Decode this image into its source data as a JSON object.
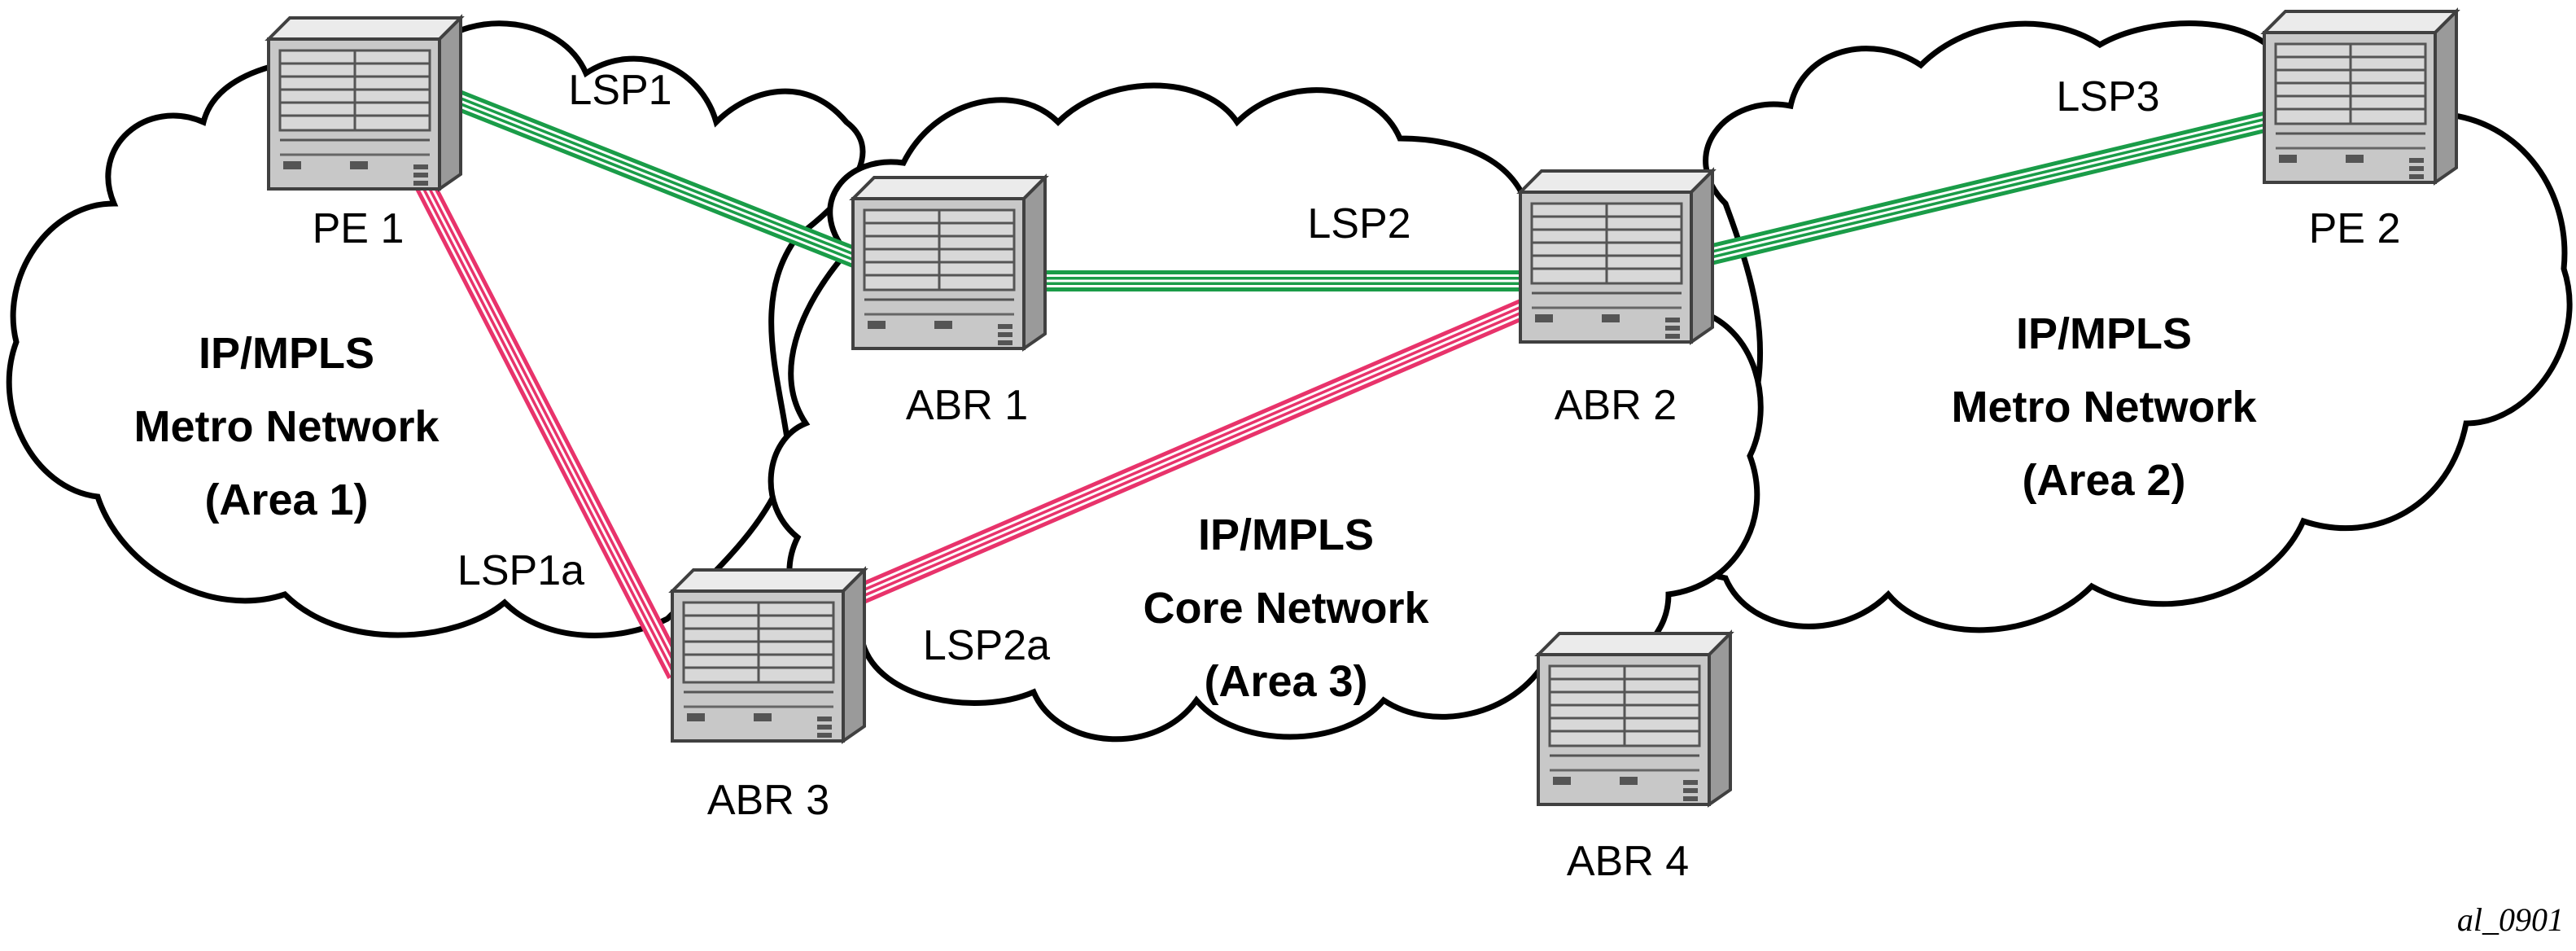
{
  "figure_id": "al_0901",
  "colors": {
    "primary_lsp": "#1a9c48",
    "secondary_lsp": "#e8336b",
    "cloud_stroke": "#000000",
    "router_body": "#c8c8c8"
  },
  "icons": {
    "router": "router-icon",
    "cloud": "network-cloud"
  },
  "areas": [
    {
      "id": "area1",
      "lines": [
        "IP/MPLS",
        "Metro Network",
        "(Area 1)"
      ]
    },
    {
      "id": "area2",
      "lines": [
        "IP/MPLS",
        "Metro Network",
        "(Area 2)"
      ]
    },
    {
      "id": "area3",
      "lines": [
        "IP/MPLS",
        "Core Network",
        "(Area 3)"
      ]
    }
  ],
  "routers": [
    {
      "id": "pe1",
      "label": "PE 1"
    },
    {
      "id": "abr1",
      "label": "ABR 1"
    },
    {
      "id": "abr2",
      "label": "ABR 2"
    },
    {
      "id": "pe2",
      "label": "PE 2"
    },
    {
      "id": "abr3",
      "label": "ABR 3"
    },
    {
      "id": "abr4",
      "label": "ABR 4"
    }
  ],
  "lsps": [
    {
      "id": "lsp1",
      "label": "LSP1",
      "from": "pe1",
      "to": "abr1",
      "type": "primary"
    },
    {
      "id": "lsp2",
      "label": "LSP2",
      "from": "abr1",
      "to": "abr2",
      "type": "primary"
    },
    {
      "id": "lsp3",
      "label": "LSP3",
      "from": "abr2",
      "to": "pe2",
      "type": "primary"
    },
    {
      "id": "lsp1a",
      "label": "LSP1a",
      "from": "pe1",
      "to": "abr3",
      "type": "secondary"
    },
    {
      "id": "lsp2a",
      "label": "LSP2a",
      "from": "abr3",
      "to": "abr2",
      "type": "secondary"
    }
  ]
}
